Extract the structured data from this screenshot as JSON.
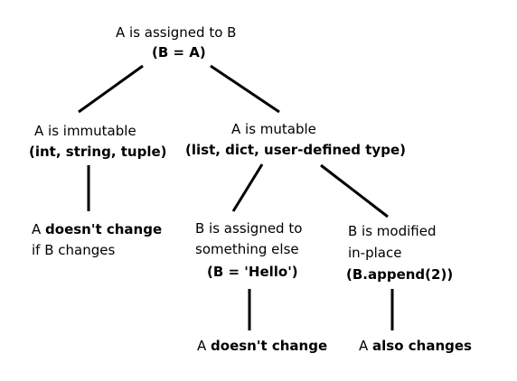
{
  "root": {
    "line1": "A is assigned to B",
    "line2": "(B = A)"
  },
  "immutable": {
    "line1": "A  is immutable",
    "line2": "(int, string, tuple)"
  },
  "mutable": {
    "line1": "A  is mutable",
    "line2": "(list, dict, user-defined type)"
  },
  "immutable_result": {
    "prefix": "A ",
    "bold": "doesn't change",
    "line2": "if B changes"
  },
  "reassign": {
    "line1": "B is assigned to",
    "line2": "something else",
    "line3": "(B = 'Hello')"
  },
  "modify": {
    "line1": "B is modified",
    "line2": "in-place",
    "line3": "(B.append(2))"
  },
  "reassign_result": {
    "prefix": "A ",
    "bold": "doesn't change"
  },
  "modify_result": {
    "prefix": "A ",
    "bold": "also changes"
  },
  "colors": {
    "background": "#ffffff",
    "ink": "#000000"
  }
}
